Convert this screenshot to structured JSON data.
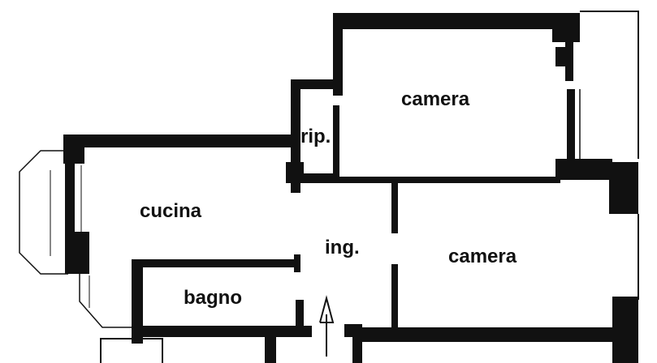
{
  "plan": {
    "rooms": {
      "camera_top": "camera",
      "ripostiglio": "rip.",
      "cucina": "cucina",
      "ingresso": "ing.",
      "camera_right": "camera",
      "bagno": "bagno"
    },
    "colors": {
      "ink": "#111111",
      "paper": "#ffffff"
    },
    "entrance_arrow_icon": "arrow-up-icon"
  }
}
